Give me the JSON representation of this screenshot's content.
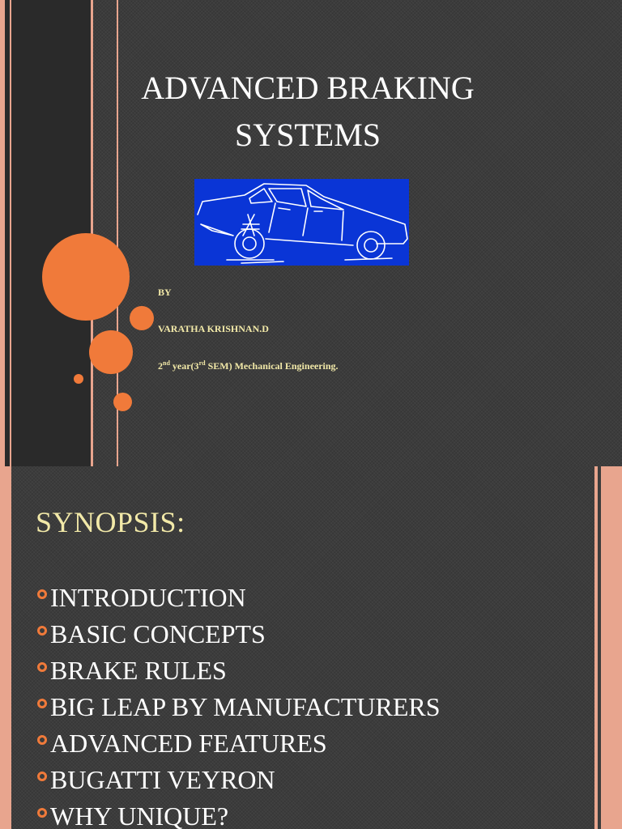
{
  "slide1": {
    "title_line1": "ADVANCED BRAKING",
    "title_line2": "SYSTEMS",
    "by_label": "BY",
    "author_name": "VARATHA KRISHNAN.D",
    "author_ordinal_num": "2",
    "author_ordinal_sup": "nd",
    "author_year_word": " year(3",
    "author_sem_sup": "rd",
    "author_dept": " SEM) Mechanical Engineering.",
    "accent_color": "#f07a3a",
    "image_bg_color": "#0a35d6"
  },
  "slide2": {
    "title": "SYNOPSIS:",
    "title_color": "#f2e9a8",
    "items": [
      "INTRODUCTION",
      "BASIC CONCEPTS",
      "BRAKE RULES",
      "BIG LEAP BY MANUFACTURERS",
      "ADVANCED FEATURES",
      "BUGATTI VEYRON",
      "WHY UNIQUE?"
    ],
    "bullet_icon": "ring-bullet-icon"
  }
}
